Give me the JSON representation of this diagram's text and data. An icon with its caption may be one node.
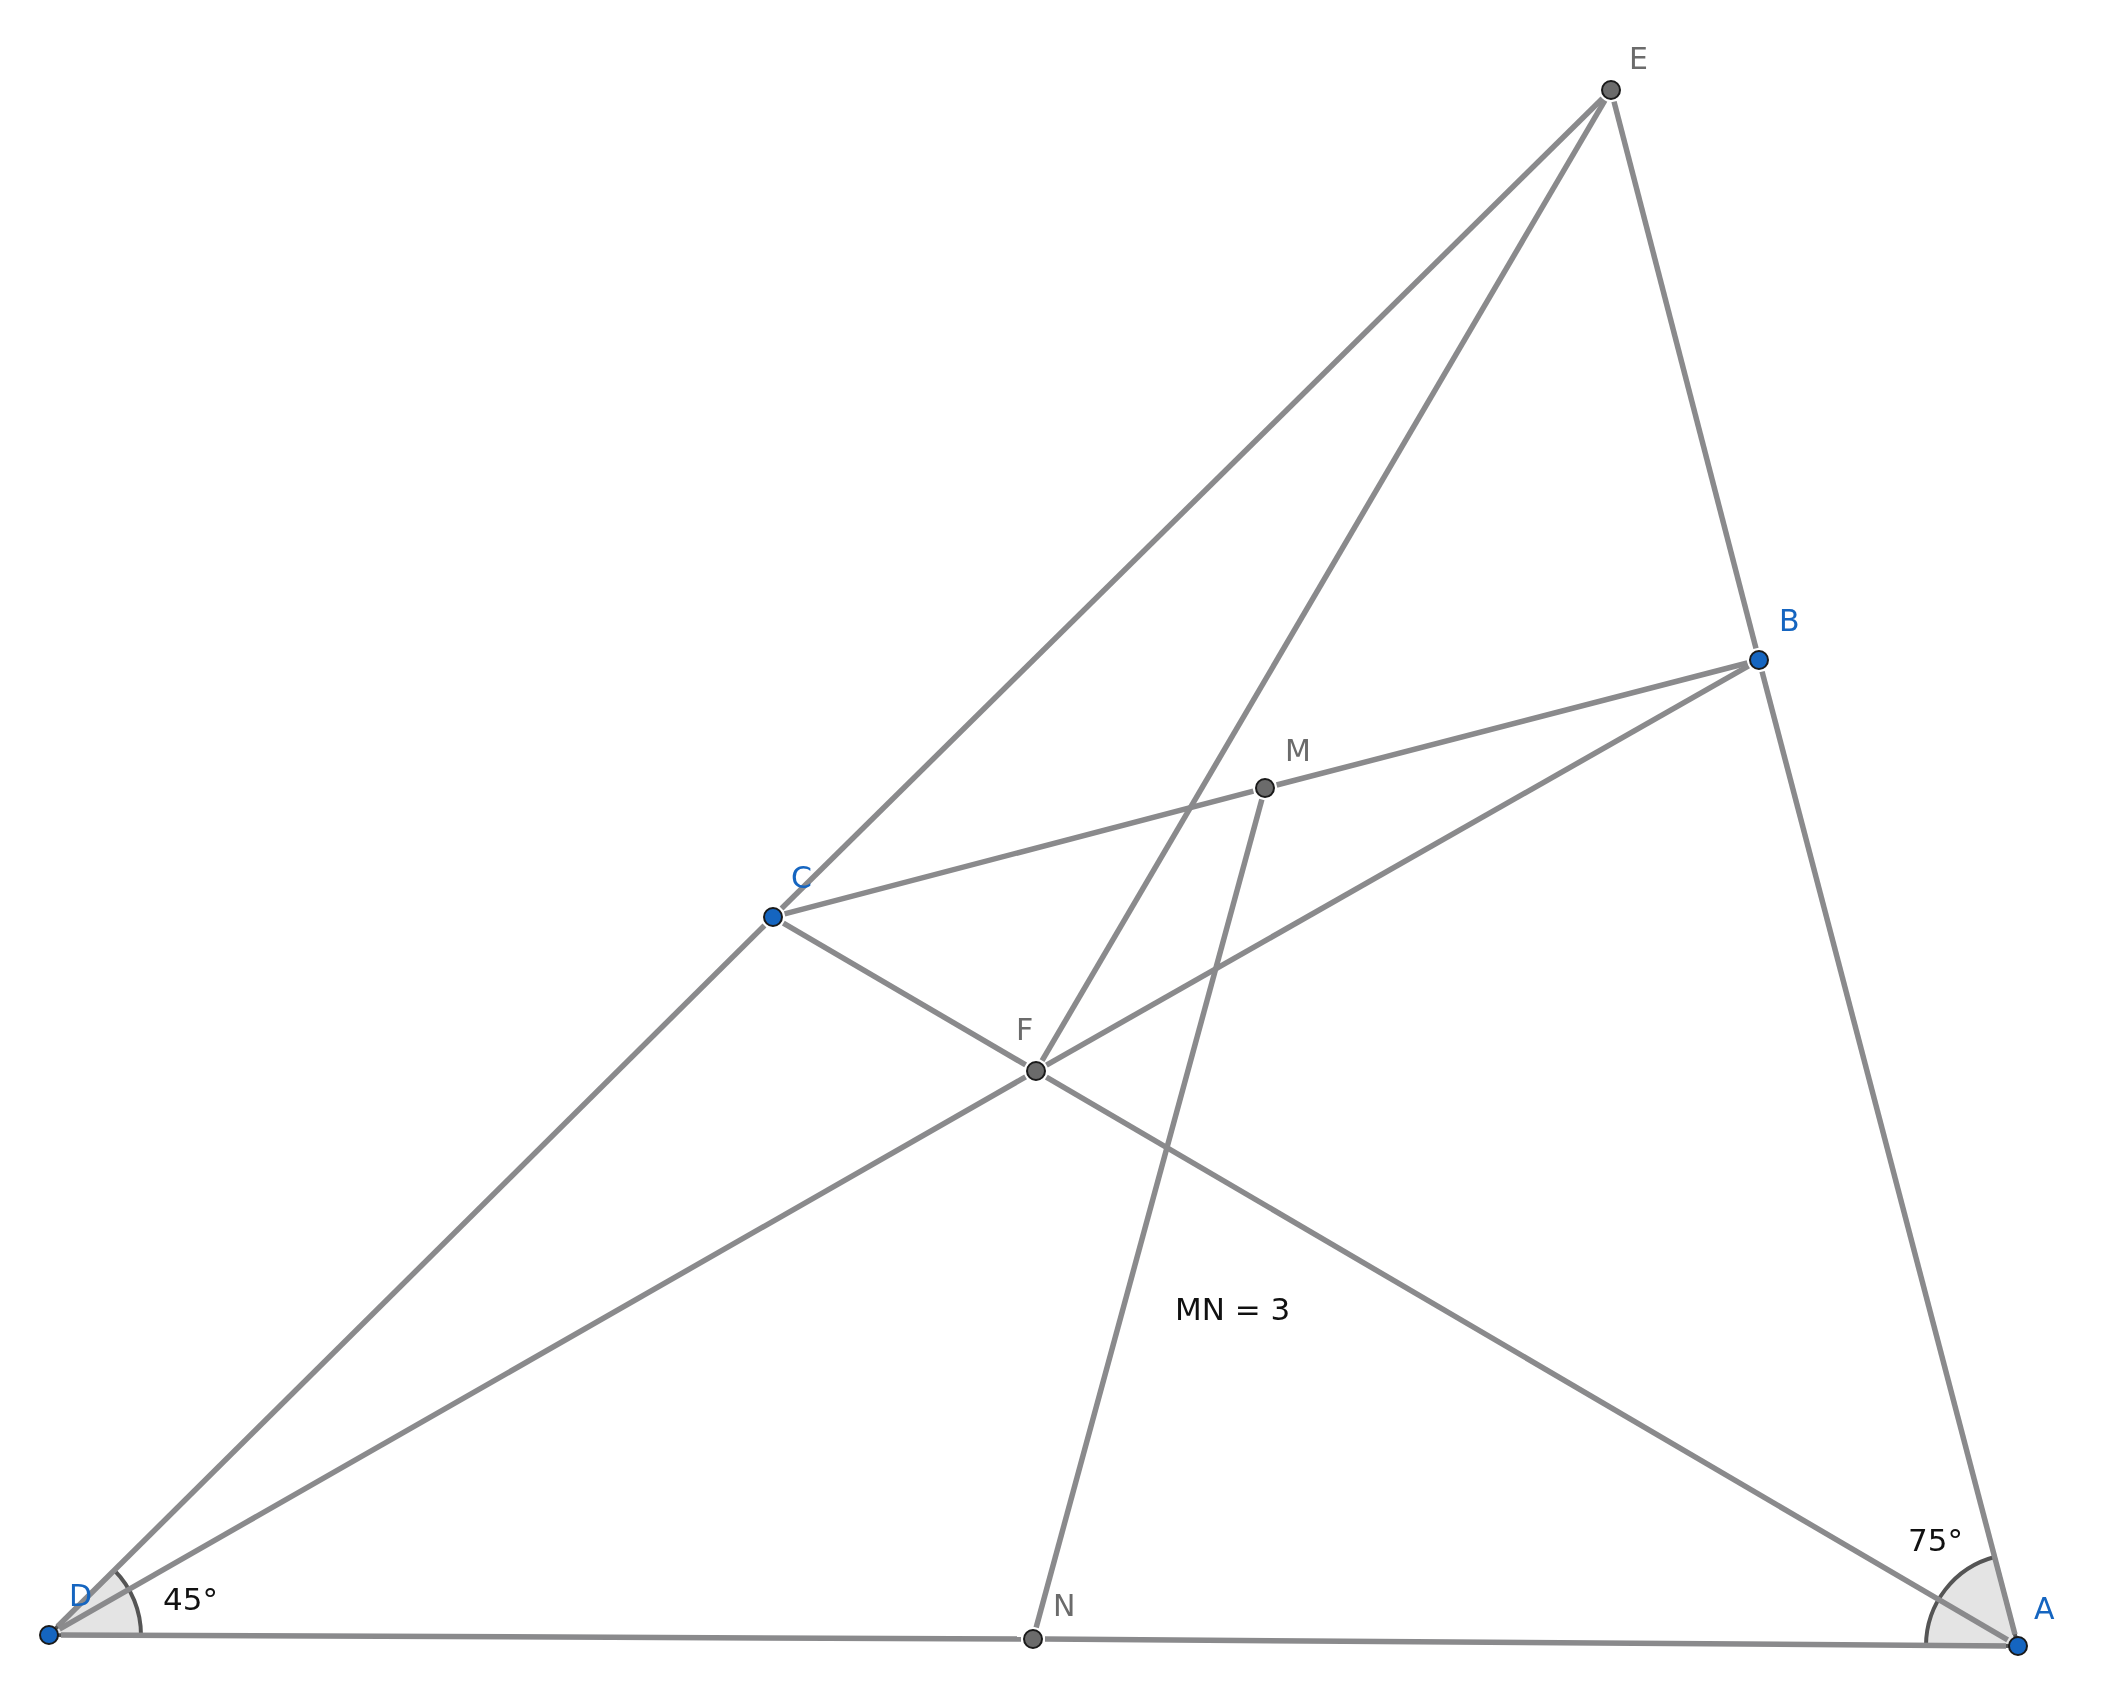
{
  "diagram": {
    "nodes": [
      {
        "text": [
          "E"
        ]
      },
      {
        "text": [
          "B"
        ]
      },
      {
        "text": [
          "M"
        ]
      },
      {
        "text": [
          "C"
        ]
      },
      {
        "text": [
          "F"
        ]
      },
      {
        "text": [
          "D"
        ]
      },
      {
        "text": [
          "N"
        ]
      },
      {
        "text": [
          "A"
        ]
      }
    ],
    "edges": [
      {
        "from": 5,
        "to": 3,
        "arrow": "none"
      },
      {
        "from": 3,
        "to": 0,
        "arrow": "none"
      },
      {
        "from": 0,
        "to": 1,
        "arrow": "none"
      },
      {
        "from": 1,
        "to": 7,
        "arrow": "none"
      },
      {
        "from": 3,
        "to": 2,
        "arrow": "none"
      },
      {
        "from": 2,
        "to": 1,
        "arrow": "none"
      },
      {
        "from": 5,
        "to": 4,
        "arrow": "none"
      },
      {
        "from": 4,
        "to": 1,
        "arrow": "none"
      },
      {
        "from": 3,
        "to": 4,
        "arrow": "none"
      },
      {
        "from": 4,
        "to": 7,
        "arrow": "none"
      },
      {
        "from": 0,
        "to": 4,
        "arrow": "none"
      },
      {
        "from": 2,
        "to": 6,
        "arrow": "none"
      },
      {
        "from": 5,
        "to": 6,
        "arrow": "none"
      },
      {
        "from": 6,
        "to": 7,
        "arrow": "none"
      }
    ],
    "labels": [
      "45°",
      "75°",
      "MN = 3"
    ]
  }
}
